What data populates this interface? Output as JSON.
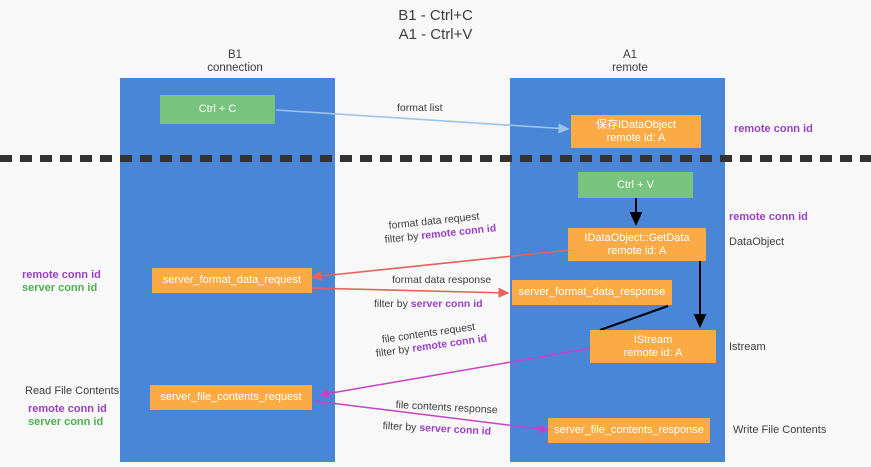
{
  "title": "B1 - Ctrl+C\nA1 - Ctrl+V",
  "lanes": [
    {
      "header": "B1\nconnection"
    },
    {
      "header": "A1\nremote"
    }
  ],
  "nodes": {
    "ctrl_c": "Ctrl + C",
    "ctrl_v": "Ctrl + V",
    "save_dataobject": "保存IDataObject\nremote id: A",
    "getdata": "IDataObject::GetData\nremote id: A",
    "istream": "IStream\nremote id: A",
    "server_format_data_request": "server_format_data_request",
    "server_format_data_response": "server_format_data_response",
    "server_file_contents_request": "server_file_contents_request",
    "server_file_contents_response": "server_file_contents_response"
  },
  "edge_labels": {
    "format_list": "format list",
    "format_data_request": "format data request",
    "format_data_request_filter_prefix": "filter by ",
    "format_data_request_filter_key": "remote conn id",
    "format_data_response": "format data response",
    "format_data_response_filter_prefix": "filter by ",
    "format_data_response_filter_key": "server conn id",
    "file_contents_request": "file contents request",
    "file_contents_request_filter_prefix": "filter by ",
    "file_contents_request_filter_key": "remote conn id",
    "file_contents_response": "file contents response",
    "file_contents_response_filter_prefix": "filter by ",
    "file_contents_response_filter_key": "server conn id"
  },
  "annotations": {
    "right_remote_conn_id_top": "remote conn id",
    "right_remote_conn_id_mid": "remote conn id",
    "right_dataobject": "DataObject",
    "right_istream": "Istream",
    "right_write_file_contents": "Write File Contents",
    "left_conn_ids_mid_remote": "remote conn id",
    "left_conn_ids_mid_server": "server conn id",
    "left_read_file_contents": "Read File Contents",
    "left_conn_ids_bottom_remote": "remote conn id",
    "left_conn_ids_bottom_server": "server conn id"
  },
  "colors": {
    "lane": "#4a86d8",
    "node_orange": "#fbab45",
    "node_green": "#78c47c",
    "accent_purple": "#9b3fc4",
    "accent_green": "#4caf50",
    "edge_blue": "#9cc3e8",
    "edge_red": "#e8615a",
    "edge_black": "#000000",
    "edge_magenta": "#c840c8"
  }
}
